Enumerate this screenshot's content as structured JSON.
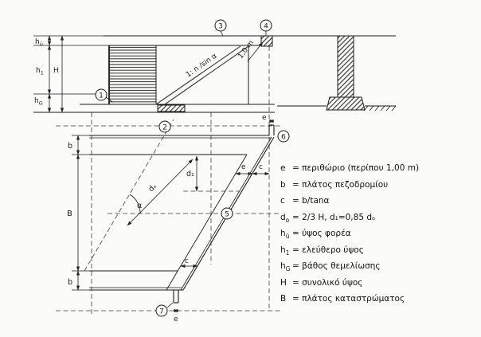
{
  "diagram": {
    "labels": {
      "hu_base": "h",
      "hu_sub": "ü",
      "h1_base": "h",
      "h1_sub": "1",
      "H": "H",
      "hG_base": "h",
      "hG_sub": "G",
      "slope": "1: n /sin α",
      "one_m": "1,0 m",
      "b": "b",
      "B": "B",
      "d1": "d₁",
      "d0": "dₒ",
      "alpha": "α",
      "e": "e",
      "c": "c"
    },
    "markers": [
      "1",
      "2",
      "3",
      "4",
      "5",
      "6",
      "7"
    ]
  },
  "legend": {
    "items": [
      {
        "base": "e",
        "sub": "",
        "rest": "=  περιθώριο (περίπου 1,00 m)"
      },
      {
        "base": "b",
        "sub": "",
        "rest": "=  πλάτος πεζοδρομίου"
      },
      {
        "base": "c",
        "sub": "",
        "rest": "=  b/tanα"
      },
      {
        "base": "d",
        "sub": "o",
        "rest": "=  2/3 H,  d₁=0,85 dₒ"
      },
      {
        "base": "h",
        "sub": "ü",
        "rest": "=  ύψος φορέα"
      },
      {
        "base": "h",
        "sub": "1",
        "rest": "=  ελεύθερο ύψος"
      },
      {
        "base": "h",
        "sub": "G",
        "rest": "=  βάθος θεμελίωσης"
      },
      {
        "base": "H",
        "sub": "",
        "rest": "=  συνολικό ύψος"
      },
      {
        "base": "B",
        "sub": "",
        "rest": "=  πλάτος καταστρώματος"
      }
    ]
  }
}
